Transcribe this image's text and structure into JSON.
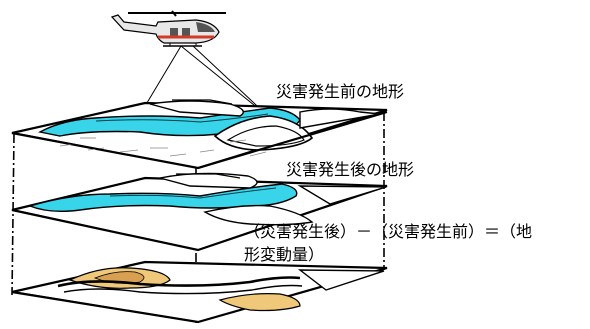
{
  "labels": {
    "before": "災害発生前の地形",
    "after": "災害発生後の地形",
    "difference_line1": "（災害発生後）－（災害発生前）＝（地",
    "difference_line2": "形変動量）"
  },
  "colors": {
    "water": "#38d5ea",
    "change": "#f0c87a",
    "change_dark": "#d8a050",
    "line": "#000000",
    "helicopter_stripe": "#d23a2a"
  },
  "icons": {
    "aircraft": "helicopter-icon"
  }
}
